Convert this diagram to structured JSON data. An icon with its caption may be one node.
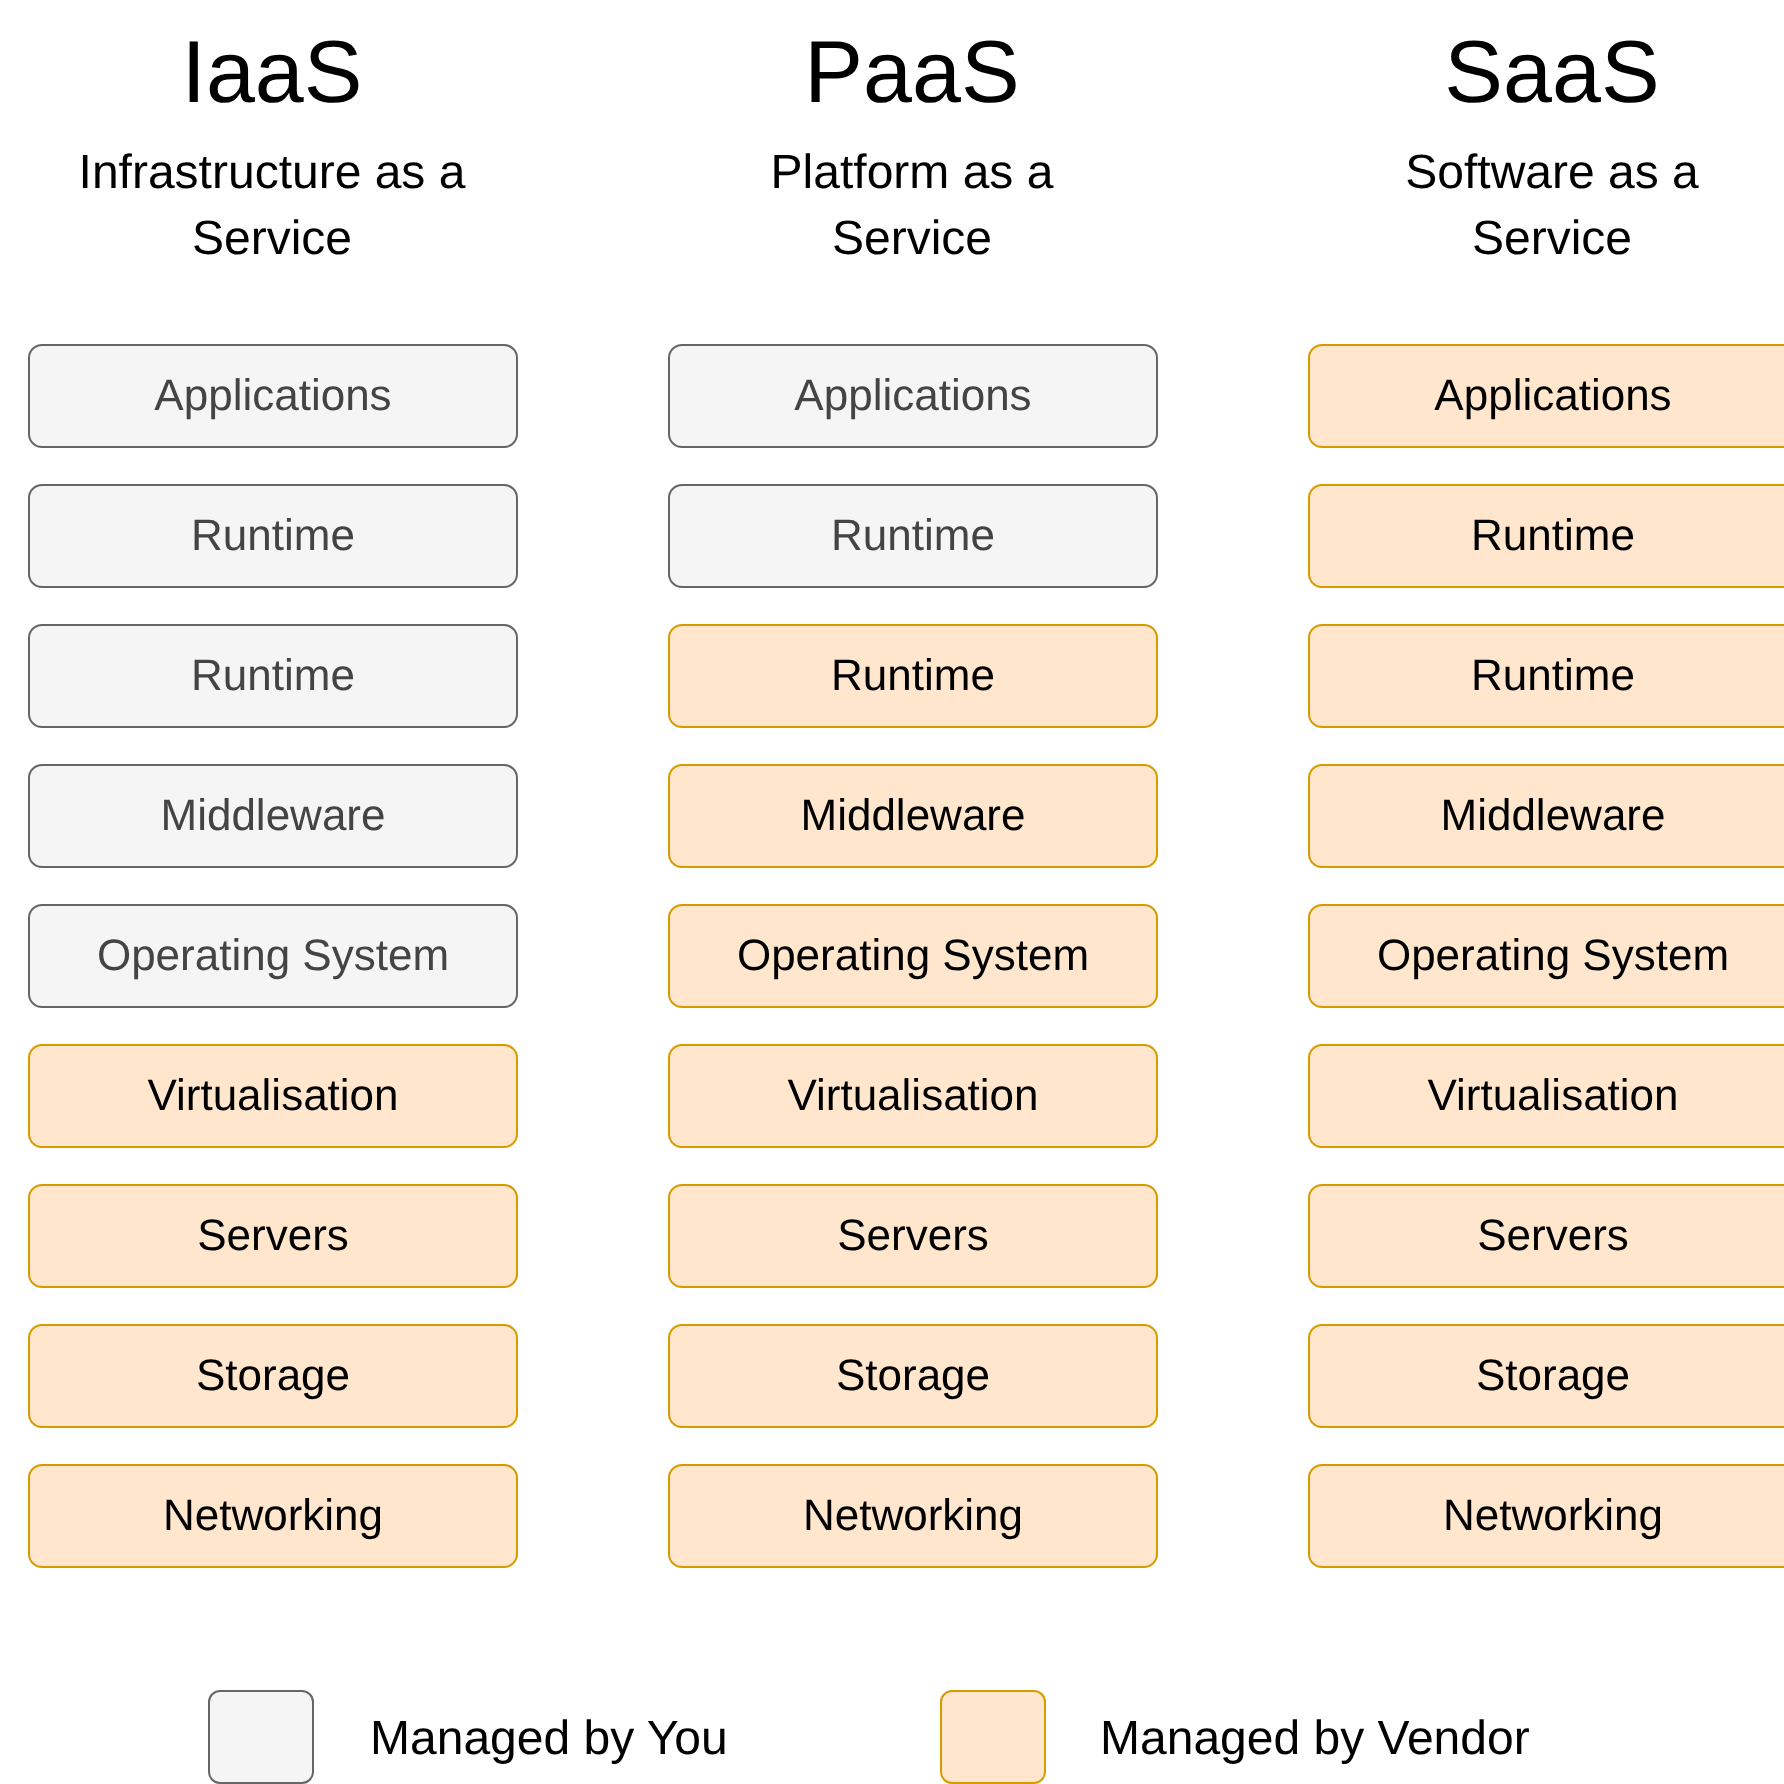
{
  "diagram": {
    "nodes": [
      {
        "text": [
          "Applications"
        ]
      },
      {
        "text": [
          "Runtime"
        ]
      },
      {
        "text": [
          "Runtime"
        ]
      },
      {
        "text": [
          "Middleware"
        ]
      },
      {
        "text": [
          "Operating System"
        ]
      },
      {
        "text": [
          "Virtualisation"
        ]
      },
      {
        "text": [
          "Servers"
        ]
      },
      {
        "text": [
          "Storage"
        ]
      },
      {
        "text": [
          "Networking"
        ]
      },
      {
        "text": [
          "Applications"
        ]
      },
      {
        "text": [
          "Runtime"
        ]
      },
      {
        "text": [
          "Runtime"
        ]
      },
      {
        "text": [
          "Middleware"
        ]
      },
      {
        "text": [
          "Operating System"
        ]
      },
      {
        "text": [
          "Virtualisation"
        ]
      },
      {
        "text": [
          "Servers"
        ]
      },
      {
        "text": [
          "Storage"
        ]
      },
      {
        "text": [
          "Networking"
        ]
      },
      {
        "text": [
          "Applications"
        ]
      },
      {
        "text": [
          "Runtime"
        ]
      },
      {
        "text": [
          "Runtime"
        ]
      },
      {
        "text": [
          "Middleware"
        ]
      },
      {
        "text": [
          "Operating System"
        ]
      },
      {
        "text": [
          "Virtualisation"
        ]
      },
      {
        "text": [
          "Servers"
        ]
      },
      {
        "text": [
          "Storage"
        ]
      },
      {
        "text": [
          "Networking"
        ]
      }
    ],
    "labels": [
      "IaaS",
      "Infrastructure as a Service",
      "PaaS",
      "Platform as a Service",
      "SaaS",
      "Software as a Service"
    ],
    "legend": [
      {
        "text": "Managed by You",
        "color": "#f5f5f5"
      },
      {
        "text": "Managed by Vendor",
        "color": "#ffe6cc"
      }
    ]
  }
}
